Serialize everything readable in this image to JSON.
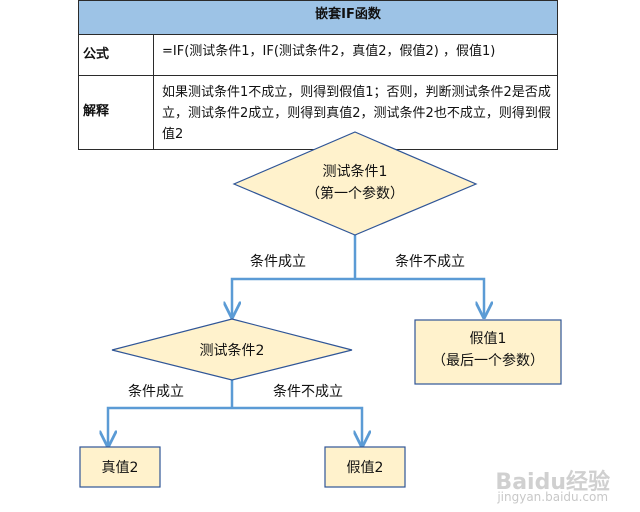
{
  "table": {
    "title": "嵌套IF函数",
    "formula_label": "公式",
    "formula_value": "=IF(测试条件1，IF(测试条件2，真值2，假值2) ，假值1)",
    "explain_label": "解释",
    "explain_value": "如果测试条件1不成立，则得到假值1；否则，判断测试条件2是否成立，测试条件2成立，则得到真值2，测试条件2也不成立，则得到假值2"
  },
  "flow": {
    "d1_line1": "测试条件1",
    "d1_line2": "（第一个参数）",
    "branch1_yes": "条件成立",
    "branch1_no": "条件不成立",
    "d2_label": "测试条件2",
    "branch2_yes": "条件成立",
    "branch2_no": "条件不成立",
    "false1_line1": "假值1",
    "false1_line2": "（最后一个参数）",
    "true2": "真值2",
    "false2": "假值2"
  },
  "watermark": {
    "brand": "Baidu经验",
    "url": "jingyan.baidu.com"
  }
}
